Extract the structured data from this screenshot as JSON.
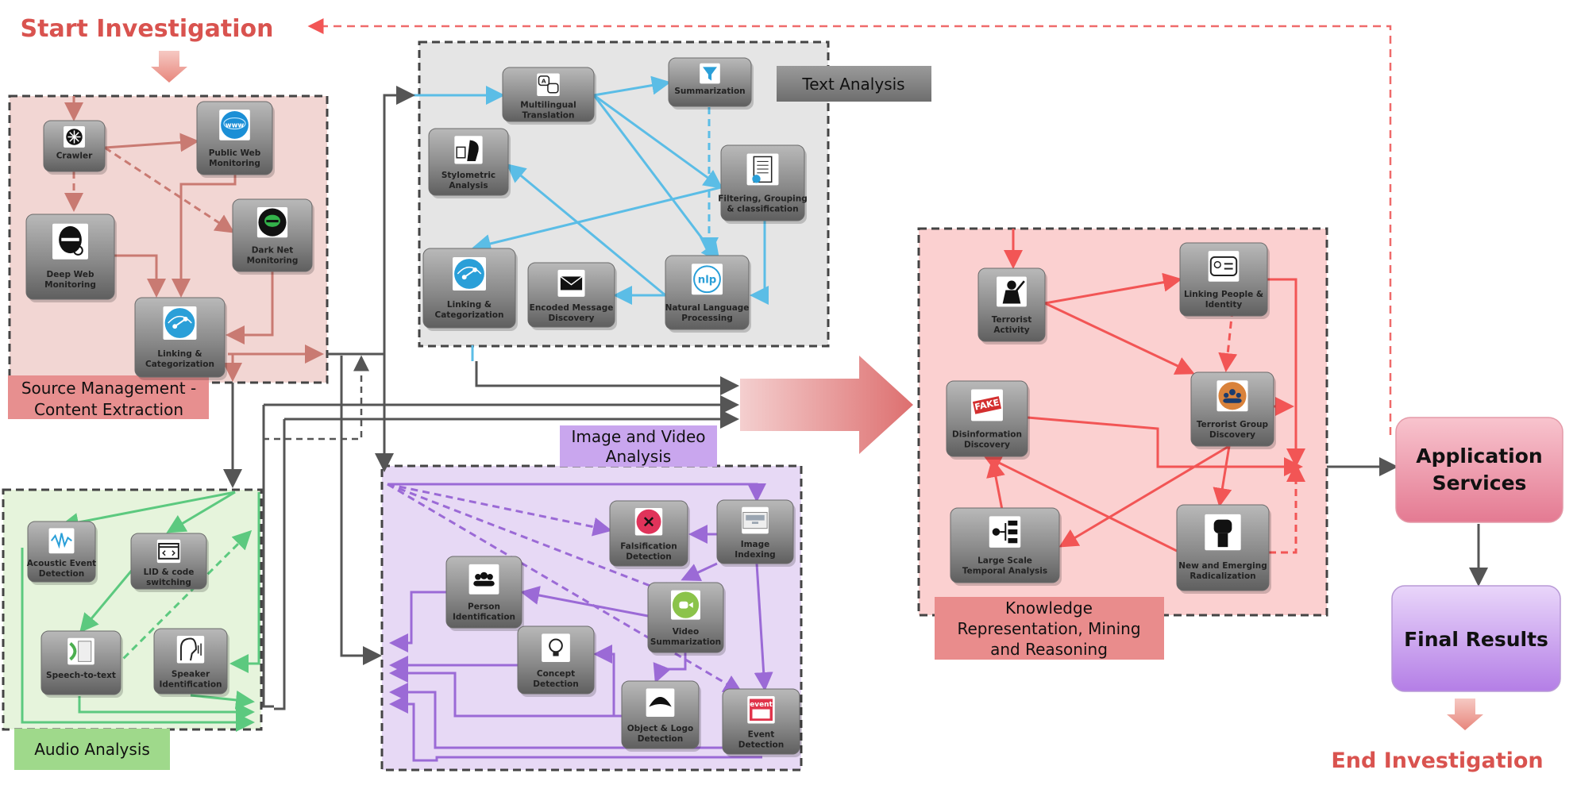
{
  "diagram": {
    "start_label": "Start Investigation",
    "end_label": "End Investigation",
    "colors": {
      "title": "#d9534f",
      "source": "#c97a72",
      "text": "#5bbde6",
      "audio": "#5cc97f",
      "image": "#9b6ad6",
      "knowledge": "#f25555",
      "flow": "#555555"
    },
    "regions": {
      "source": {
        "label_line1": "Source Management -",
        "label_line2": "Content Extraction"
      },
      "text": {
        "label": "Text Analysis"
      },
      "audio": {
        "label": "Audio Analysis"
      },
      "image": {
        "label_line1": "Image and Video",
        "label_line2": "Analysis"
      },
      "knowledge": {
        "label_line1": "Knowledge",
        "label_line2": "Representation, Mining",
        "label_line3": "and Reasoning"
      }
    },
    "services": {
      "app_line1": "Application",
      "app_line2": "Services",
      "final": "Final Results"
    },
    "nodes": {
      "crawler": {
        "line1": "Crawler",
        "line2": "",
        "icon": "spider-icon"
      },
      "public_web": {
        "line1": "Public Web",
        "line2": "Monitoring",
        "icon": "www-globe-icon"
      },
      "dark_net": {
        "line1": "Dark Net",
        "line2": "Monitoring",
        "icon": "hooded-figure-icon"
      },
      "deep_web": {
        "line1": "Deep Web",
        "line2": "Monitoring",
        "icon": "masked-face-icon"
      },
      "src_linking": {
        "line1": "Linking &",
        "line2": "Categorization",
        "icon": "network-icon"
      },
      "multilingual": {
        "line1": "Multilingual",
        "line2": "Translation",
        "icon": "translate-icon"
      },
      "summarization": {
        "line1": "Summarization",
        "line2": "",
        "icon": "funnel-icon"
      },
      "stylometric": {
        "line1": "Stylometric",
        "line2": "Analysis",
        "icon": "profile-writing-icon"
      },
      "filtering": {
        "line1": "Filtering, Grouping",
        "line2": "& classification",
        "icon": "document-icon"
      },
      "txt_linking": {
        "line1": "Linking &",
        "line2": "Categorization",
        "icon": "network-icon"
      },
      "encoded": {
        "line1": "Encoded Message",
        "line2": "Discovery",
        "icon": "envelope-icon"
      },
      "nlp": {
        "line1": "Natural Language",
        "line2": "Processing",
        "icon": "nlp-icon"
      },
      "falsification": {
        "line1": "Falsification",
        "line2": "Detection",
        "icon": "x-circle-icon"
      },
      "image_indexing": {
        "line1": "Image",
        "line2": "Indexing",
        "icon": "image-stack-icon"
      },
      "person_id": {
        "line1": "Person",
        "line2": "Identification",
        "icon": "people-icon"
      },
      "video_sum": {
        "line1": "Video",
        "line2": "Summarization",
        "icon": "video-camera-icon"
      },
      "concept": {
        "line1": "Concept",
        "line2": "Detection",
        "icon": "lightbulb-icon"
      },
      "object_logo": {
        "line1": "Object & Logo",
        "line2": "Detection",
        "icon": "logo-emblem-icon"
      },
      "event_det": {
        "line1": "Event",
        "line2": "Detection",
        "icon": "event-calendar-icon",
        "icon_text": "event"
      },
      "acoustic": {
        "line1": "Acoustic Event",
        "line2": "Detection",
        "icon": "waveform-icon"
      },
      "lid": {
        "line1": "LID & code",
        "line2": "switching",
        "icon": "code-window-icon"
      },
      "speech_text": {
        "line1": "Speech-to-text",
        "line2": "",
        "icon": "speech-doc-icon"
      },
      "speaker_id": {
        "line1": "Speaker",
        "line2": "Identification",
        "icon": "speaking-head-icon"
      },
      "terrorist_activity": {
        "line1": "Terrorist",
        "line2": "Activity",
        "icon": "armed-figure-icon"
      },
      "linking_people": {
        "line1": "Linking People &",
        "line2": "Identity",
        "icon": "id-card-icon"
      },
      "disinformation": {
        "line1": "Disinformation",
        "line2": "Discovery",
        "icon": "fake-stamp-icon",
        "icon_text": "FAKE"
      },
      "group_discovery": {
        "line1": "Terrorist Group",
        "line2": "Discovery",
        "icon": "group-icon"
      },
      "temporal": {
        "line1": "Large Scale",
        "line2": "Temporal Analysis",
        "icon": "timeline-tree-icon"
      },
      "radicalization": {
        "line1": "New and Emerging",
        "line2": "Radicalization",
        "icon": "raised-fist-icon"
      }
    }
  }
}
